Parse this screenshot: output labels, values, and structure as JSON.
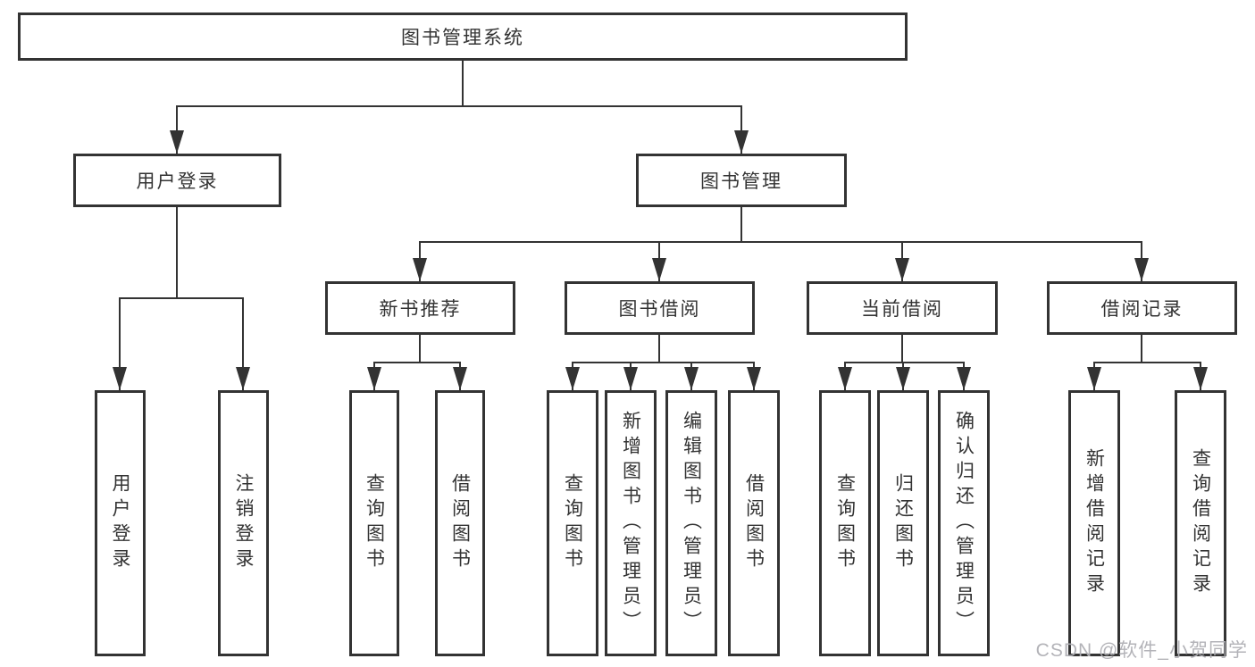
{
  "colors": {
    "line": "#333333",
    "text": "#333333",
    "background": "#ffffff",
    "watermark": "#afafb4"
  },
  "tree": {
    "root": {
      "label": "图书管理系统"
    },
    "branches": [
      {
        "label": "用户登录",
        "children": [
          {
            "label": "用户登录"
          },
          {
            "label": "注销登录"
          }
        ]
      },
      {
        "label": "图书管理",
        "groups": [
          {
            "label": "新书推荐",
            "children": [
              {
                "label": "查询图书"
              },
              {
                "label": "借阅图书"
              }
            ]
          },
          {
            "label": "图书借阅",
            "children": [
              {
                "label": "查询图书"
              },
              {
                "label": "新增图书（管理员）"
              },
              {
                "label": "编辑图书（管理员）"
              },
              {
                "label": "借阅图书"
              }
            ]
          },
          {
            "label": "当前借阅",
            "children": [
              {
                "label": "查询图书"
              },
              {
                "label": "归还图书"
              },
              {
                "label": "确认归还（管理员）"
              }
            ]
          },
          {
            "label": "借阅记录",
            "children": [
              {
                "label": "新增借阅记录"
              },
              {
                "label": "查询借阅记录"
              }
            ]
          }
        ]
      }
    ]
  },
  "watermark": {
    "text": "CSDN @软件_小贺同学"
  }
}
